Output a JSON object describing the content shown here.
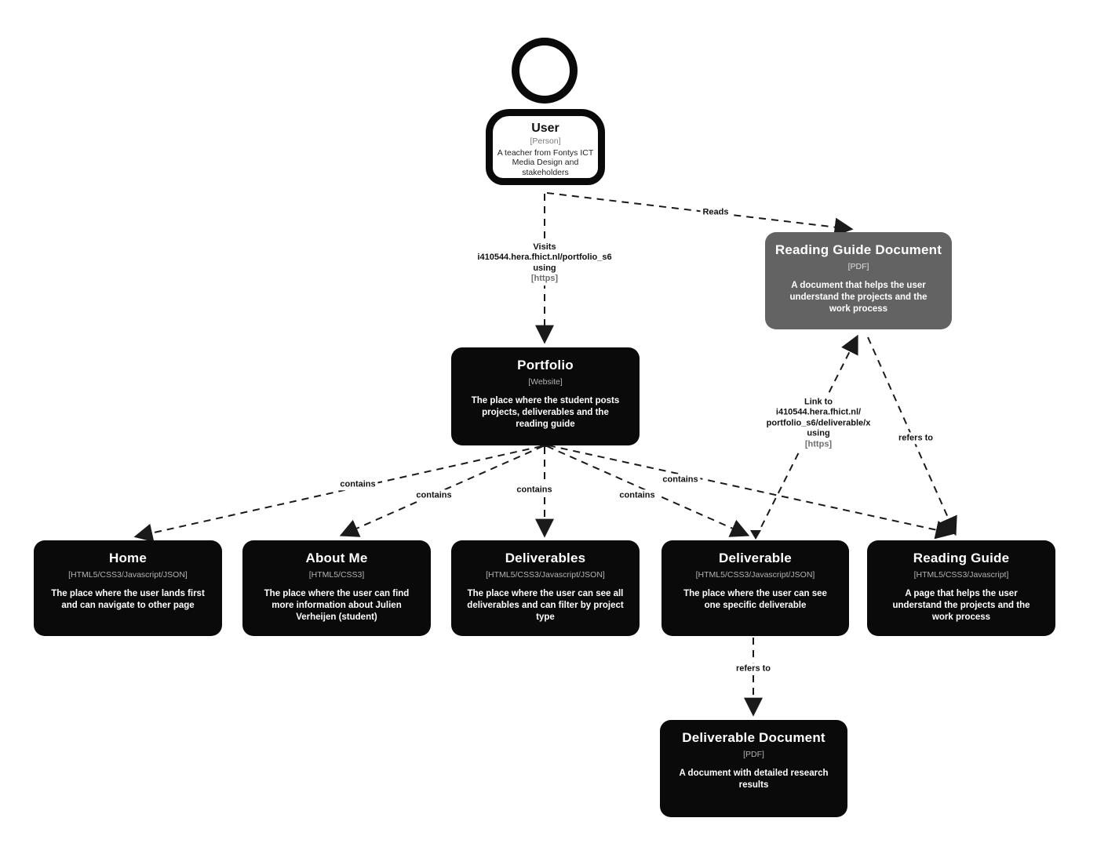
{
  "colors": {
    "background": "#ffffff",
    "node_dark": "#0a0a0a",
    "node_gray": "#636363",
    "edge": "#1a1a1a",
    "muted_text_on_dark": "#b3b3b3",
    "muted_text_on_gray": "#e0e0e0",
    "muted_label": "#6e6e6e"
  },
  "nodes": {
    "user": {
      "title": "User",
      "type": "[Person]",
      "description": "A teacher from Fontys ICT Media Design and stakeholders"
    },
    "reading_guide_document": {
      "title": "Reading Guide Document",
      "type": "[PDF]",
      "description": "A document that helps the user understand the projects and the work process"
    },
    "portfolio": {
      "title": "Portfolio",
      "type": "[Website]",
      "description": "The place where the student posts projects, deliverables and the reading guide"
    },
    "home": {
      "title": "Home",
      "type": "[HTML5/CSS3/Javascript/JSON]",
      "description": "The place where the user lands first and can navigate to other page"
    },
    "about_me": {
      "title": "About Me",
      "type": "[HTML5/CSS3]",
      "description": "The place where the user can find more information about Julien Verheijen (student)"
    },
    "deliverables": {
      "title": "Deliverables",
      "type": "[HTML5/CSS3/Javascript/JSON]",
      "description": "The place where the user can see all deliverables and can filter by project type"
    },
    "deliverable": {
      "title": "Deliverable",
      "type": "[HTML5/CSS3/Javascript/JSON]",
      "description": "The place where the user can see one specific deliverable"
    },
    "reading_guide": {
      "title": "Reading Guide",
      "type": "[HTML5/CSS3/Javascript]",
      "description": "A page that helps the user understand the projects and the work process"
    },
    "deliverable_document": {
      "title": "Deliverable Document",
      "type": "[PDF]",
      "description": "A document with detailed research results"
    }
  },
  "edges": {
    "visits": {
      "line1": "Visits",
      "line2": "i410544.hera.fhict.nl/portfolio_s6",
      "line3": "using",
      "protocol": "[https]"
    },
    "reads": {
      "label": "Reads"
    },
    "contains": {
      "label": "contains"
    },
    "link_to": {
      "line1": "Link to",
      "line2": "i410544.hera.fhict.nl/",
      "line3": "portfolio_s6/deliverable/x",
      "line4": "using",
      "protocol": "[https]"
    },
    "refers_to": {
      "label": "refers to"
    }
  }
}
